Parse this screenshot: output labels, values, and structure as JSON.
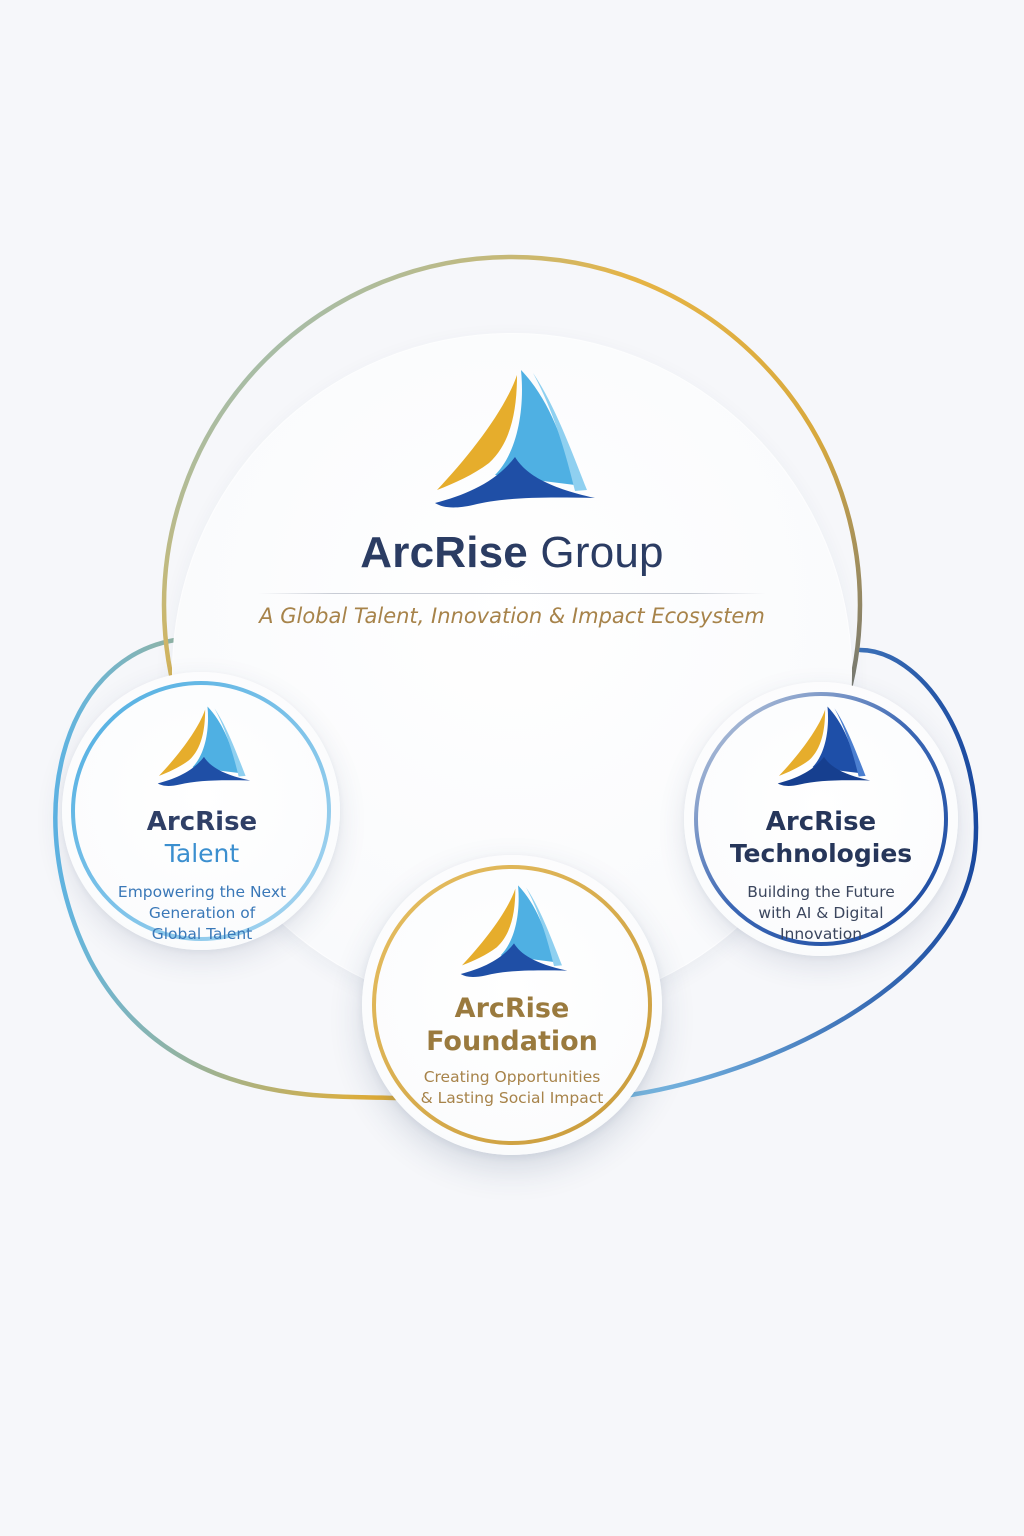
{
  "group": {
    "title_bold": "ArcRise",
    "title_regular": "Group",
    "tagline": "A Global Talent, Innovation & Impact Ecosystem"
  },
  "entities": [
    {
      "key": "talent",
      "name_line1": "ArcRise",
      "name_line2": "Talent",
      "desc_line1": "Empowering the Next",
      "desc_line2": "Generation of",
      "desc_line3": "Global Talent"
    },
    {
      "key": "technologies",
      "name_line1": "ArcRise",
      "name_line2": "Technologies",
      "desc_line1": "Building the Future",
      "desc_line2": "with AI & Digital",
      "desc_line3": "Innovation"
    },
    {
      "key": "foundation",
      "name_line1": "ArcRise",
      "name_line2": "Foundation",
      "desc_line1": "Creating Opportunities",
      "desc_line2": "& Lasting Social Impact"
    }
  ],
  "colors": {
    "navy": "#2b3c63",
    "gold": "#e2ad2f",
    "light_blue": "#4fb0e3",
    "royal_blue": "#1e4fa8",
    "talent_name": "#2f3f66",
    "talent_sub": "#3b8fcf",
    "talent_desc": "#3a78b8",
    "tech_name": "#26365a",
    "tech_desc": "#3b465e",
    "foundation_name": "#9a7a3e",
    "foundation_desc": "#a7834a",
    "tagline": "#a7834a"
  },
  "icons": [
    "arcrise-logo-icon"
  ]
}
